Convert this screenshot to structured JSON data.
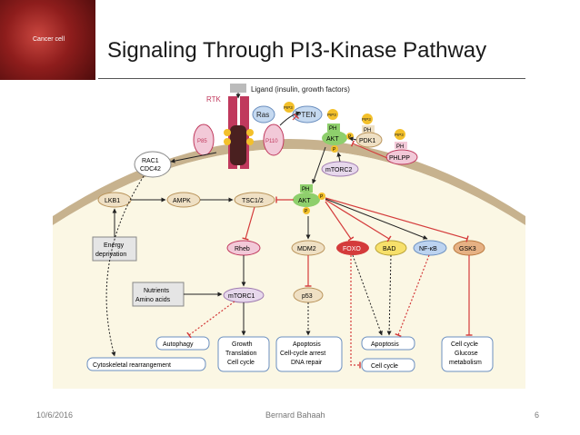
{
  "logo": {
    "text": "Cancer cell"
  },
  "title": "Signaling Through PI3-Kinase Pathway",
  "footer": {
    "date": "10/6/2016",
    "author": "Bernard Bahaah",
    "page": "6"
  },
  "diagram": {
    "rtk": "RTK",
    "ligand": "Ligand (insulin, growth factors)",
    "ras": "Ras",
    "pten": "PTEN",
    "pip3": "PIP3",
    "ph": "PH",
    "akt": "AKT",
    "p": "P",
    "pdk1": "PDK1",
    "p85": "P85",
    "p110": "P110",
    "rac1": "RAC1",
    "cdc42": "CDC42",
    "mtorc2": "mTORC2",
    "phlpp": "PHLPP",
    "lkb1": "LKB1",
    "ampk": "AMPK",
    "tsc": "TSC1/2",
    "energy_line1": "Energy",
    "energy_line2": "deprivation",
    "rheb": "Rheb",
    "mdm2": "MDM2",
    "foxo": "FOXO",
    "bad": "BAD",
    "nfkb": "NF-κB",
    "gsk3": "GSK3",
    "nutrients_line1": "Nutrients",
    "nutrients_line2": "Amino acids",
    "mtorc1": "mTORC1",
    "p53": "p53",
    "autophagy": "Autophagy",
    "growth_line1": "Growth",
    "growth_line2": "Translation",
    "growth_line3": "Cell cycle",
    "apop1_line1": "Apoptosis",
    "apop1_line2": "Cell-cycle arrest",
    "apop1_line3": "DNA repair",
    "apoptosis": "Apoptosis",
    "cellcycle": "Cell cycle",
    "cc2_line1": "Cell cycle",
    "cc2_line2": "Glucose",
    "cc2_line3": "metabolism",
    "cytoskeletal": "Cytoskeletal rearrangement"
  },
  "colors": {
    "membrane": "#c7b28e",
    "cytoplasm": "#fbf7e4",
    "pink": "#f2c9d8",
    "rtk": "#c0395d",
    "pten": "#c5d9f0",
    "pip3": "#f3c02b",
    "akt": "#8ecf6c",
    "tan": "#efe0c4",
    "red": "#d43b3b",
    "yellow": "#f7e06b",
    "blue": "#bcd3f0",
    "gsk3": "#e6b184",
    "gray_box": "#e5e5e5"
  }
}
